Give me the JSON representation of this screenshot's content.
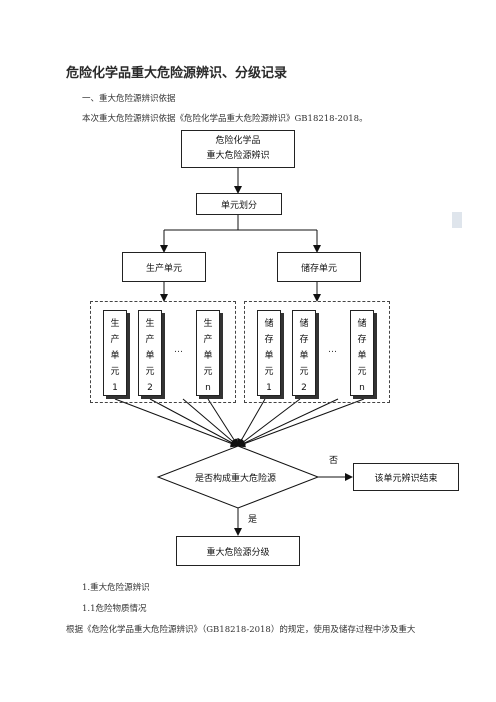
{
  "doc": {
    "title": "危险化学品重大危险源辨识、分级记录",
    "section1": "一、重大危险源辨识依据",
    "basis": "本次重大危险源辨识依据《危险化学品重大危险源辨识》GB18218-2018。",
    "heading1": "1.重大危险源辨识",
    "heading11": "1.1危险物质情况",
    "para": "根据《危险化学品重大危险源辨识》（GB18218-2018）的规定，使用及储存过程中涉及重大"
  },
  "flow": {
    "top_line1": "危险化学品",
    "top_line2": "重大危险源辨识",
    "split": "单元划分",
    "prod": "生产单元",
    "store": "储存单元",
    "prod_units": [
      {
        "chars": [
          "生",
          "产",
          "单",
          "元",
          "1"
        ]
      },
      {
        "chars": [
          "生",
          "产",
          "单",
          "元",
          "2"
        ]
      },
      {
        "chars": [
          "生",
          "产",
          "单",
          "元",
          "n"
        ]
      }
    ],
    "store_units": [
      {
        "chars": [
          "储",
          "存",
          "单",
          "元",
          "1"
        ]
      },
      {
        "chars": [
          "储",
          "存",
          "单",
          "元",
          "2"
        ]
      },
      {
        "chars": [
          "储",
          "存",
          "单",
          "元",
          "n"
        ]
      }
    ],
    "ellipsis": "…",
    "decision": "是否构成重大危险源",
    "no": "否",
    "yes": "是",
    "end": "该单元辨识结束",
    "grade": "重大危险源分级"
  }
}
